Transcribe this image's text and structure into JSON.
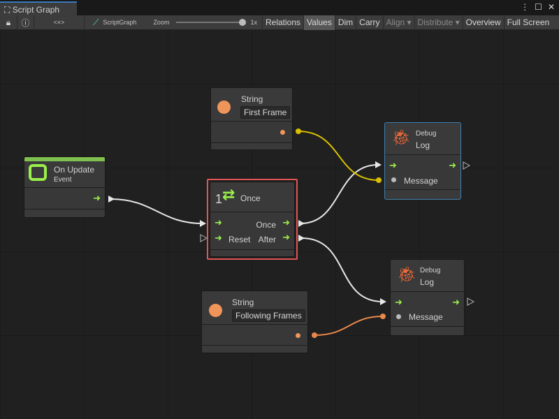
{
  "window": {
    "tab_title": "Script Graph",
    "more_icon": "kebab-menu-icon",
    "maximize_icon": "maximize-icon",
    "close_icon": "close-icon"
  },
  "toolbar": {
    "lock_icon": "lock-icon",
    "info_icon": "info-icon",
    "code_icon": "<×>",
    "graph_name": "ScriptGraph",
    "zoom_label": "Zoom",
    "zoom_value": "1x",
    "zoom_level": 1.0,
    "buttons": [
      {
        "label": "Relations"
      },
      {
        "label": "Values",
        "active": true
      },
      {
        "label": "Dim"
      },
      {
        "label": "Carry"
      },
      {
        "label": "Align ▾",
        "disabled": true
      },
      {
        "label": "Distribute ▾",
        "disabled": true
      },
      {
        "label": "Overview"
      },
      {
        "label": "Full Screen"
      }
    ]
  },
  "colors": {
    "flow_port": "#9af04a",
    "event_bar": "#80c050",
    "string_dot": "#f0955a",
    "selection": "#e05555",
    "active_border": "#3d7fb0",
    "yellow_edge": "#d8c000",
    "orange_edge": "#e8884a",
    "debug_icon": "#f06a3a"
  },
  "nodes": {
    "on_update": {
      "title": "On Update",
      "subtitle": "Event"
    },
    "string1": {
      "title": "String",
      "value": "First Frame"
    },
    "once": {
      "title": "Once",
      "icon_number": "1",
      "out_once": "Once",
      "in_reset": "Reset",
      "out_after": "After"
    },
    "log1": {
      "category": "Debug",
      "title": "Log",
      "message": "Message"
    },
    "log2": {
      "category": "Debug",
      "title": "Log",
      "message": "Message"
    },
    "string2": {
      "title": "String",
      "value": "Following Frames"
    }
  }
}
